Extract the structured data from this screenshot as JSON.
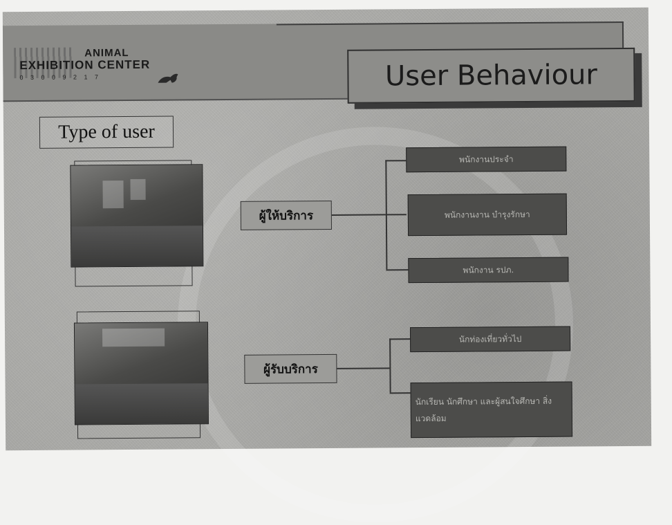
{
  "header": {
    "logo_line1": "ANIMAL",
    "logo_line2": "EXHIBITION CENTER",
    "logo_line3": "0 3 0 0 9 2 1 7"
  },
  "title": "User Behaviour",
  "section_label": "Type of user",
  "groups": [
    {
      "role": "ผู้ให้บริการ",
      "items": [
        "พนักงานประจำ",
        "พนักงานงาน บำรุงรักษา",
        "พนักงาน รปภ."
      ]
    },
    {
      "role": "ผู้รับบริการ",
      "items": [
        "นักท่องเที่ยวทั่วไป",
        "นักเรียน นักศึกษา และผู้สนใจศึกษา สิ่งแวดล้อม"
      ]
    }
  ],
  "colors": {
    "background": "#a9a9a6",
    "header_bar": "#8a8a87",
    "item_fill": "#4c4c4a"
  }
}
